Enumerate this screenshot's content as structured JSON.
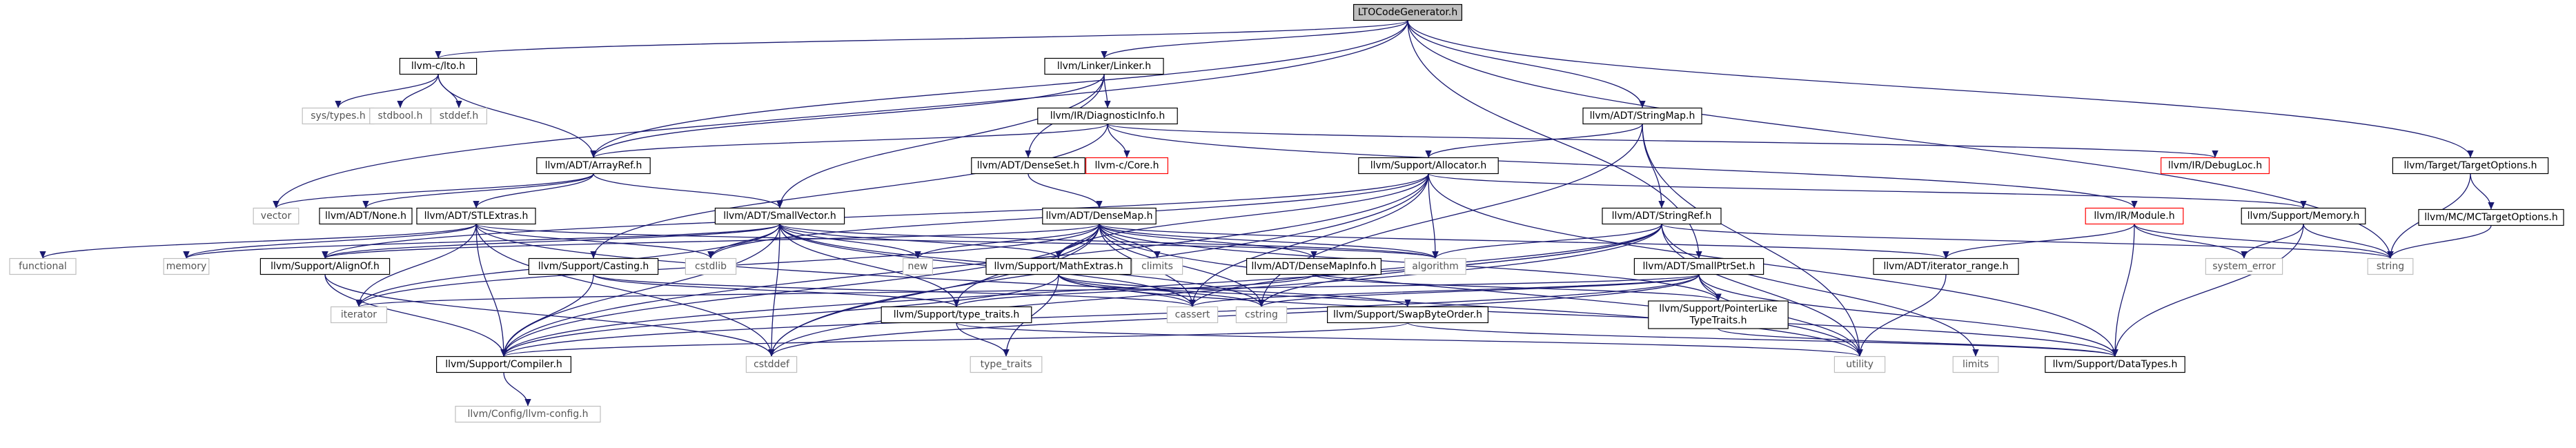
{
  "graph": {
    "colors": {
      "edge": "#191970",
      "border": "#000000",
      "root_fill": "#bfbfbf",
      "missing_border": "#ff0000",
      "system_border": "#bfbfbf"
    },
    "nodes": [
      {
        "id": "ltocg",
        "label": "LTOCodeGenerator.h",
        "kind": "root"
      },
      {
        "id": "lto",
        "label": "llvm-c/lto.h",
        "kind": "file"
      },
      {
        "id": "linker",
        "label": "llvm/Linker/Linker.h",
        "kind": "file"
      },
      {
        "id": "stringmap",
        "label": "llvm/ADT/StringMap.h",
        "kind": "file"
      },
      {
        "id": "targetopts",
        "label": "llvm/Target/TargetOptions.h",
        "kind": "file"
      },
      {
        "id": "systypes",
        "label": "sys/types.h",
        "kind": "system"
      },
      {
        "id": "stdbool",
        "label": "stdbool.h",
        "kind": "system"
      },
      {
        "id": "stddef",
        "label": "stddef.h",
        "kind": "system"
      },
      {
        "id": "diaginfo",
        "label": "llvm/IR/DiagnosticInfo.h",
        "kind": "file"
      },
      {
        "id": "arrayref",
        "label": "llvm/ADT/ArrayRef.h",
        "kind": "file"
      },
      {
        "id": "denseset",
        "label": "llvm/ADT/DenseSet.h",
        "kind": "file"
      },
      {
        "id": "ccore",
        "label": "llvm-c/Core.h",
        "kind": "missing"
      },
      {
        "id": "allocator",
        "label": "llvm/Support/Allocator.h",
        "kind": "file"
      },
      {
        "id": "debugloc",
        "label": "llvm/IR/DebugLoc.h",
        "kind": "missing"
      },
      {
        "id": "mctargetopts",
        "label": "llvm/MC/MCTargetOptions.h",
        "kind": "file"
      },
      {
        "id": "vector",
        "label": "vector",
        "kind": "system"
      },
      {
        "id": "none",
        "label": "llvm/ADT/None.h",
        "kind": "file"
      },
      {
        "id": "stlextras",
        "label": "llvm/ADT/STLExtras.h",
        "kind": "file"
      },
      {
        "id": "smallvector",
        "label": "llvm/ADT/SmallVector.h",
        "kind": "file"
      },
      {
        "id": "densemap",
        "label": "llvm/ADT/DenseMap.h",
        "kind": "file"
      },
      {
        "id": "stringref",
        "label": "llvm/ADT/StringRef.h",
        "kind": "file"
      },
      {
        "id": "module",
        "label": "llvm/IR/Module.h",
        "kind": "missing"
      },
      {
        "id": "memory",
        "label": "llvm/Support/Memory.h",
        "kind": "file"
      },
      {
        "id": "functional",
        "label": "functional",
        "kind": "system"
      },
      {
        "id": "memoryh",
        "label": "memory",
        "kind": "system"
      },
      {
        "id": "alignof",
        "label": "llvm/Support/AlignOf.h",
        "kind": "file"
      },
      {
        "id": "casting",
        "label": "llvm/Support/Casting.h",
        "kind": "file"
      },
      {
        "id": "cstdlib",
        "label": "cstdlib",
        "kind": "system"
      },
      {
        "id": "new",
        "label": "new",
        "kind": "system"
      },
      {
        "id": "mathextras",
        "label": "llvm/Support/MathExtras.h",
        "kind": "file"
      },
      {
        "id": "climits",
        "label": "climits",
        "kind": "system"
      },
      {
        "id": "densemapinfo",
        "label": "llvm/ADT/DenseMapInfo.h",
        "kind": "file"
      },
      {
        "id": "algorithm",
        "label": "algorithm",
        "kind": "system"
      },
      {
        "id": "smallptrset",
        "label": "llvm/ADT/SmallPtrSet.h",
        "kind": "file"
      },
      {
        "id": "iterrange",
        "label": "llvm/ADT/iterator_range.h",
        "kind": "file"
      },
      {
        "id": "syserror",
        "label": "system_error",
        "kind": "system"
      },
      {
        "id": "string",
        "label": "string",
        "kind": "system"
      },
      {
        "id": "iterator",
        "label": "iterator",
        "kind": "system"
      },
      {
        "id": "typetraits",
        "label": "llvm/Support/type_traits.h",
        "kind": "file"
      },
      {
        "id": "cassert",
        "label": "cassert",
        "kind": "system"
      },
      {
        "id": "cstring",
        "label": "cstring",
        "kind": "system"
      },
      {
        "id": "swapbyte",
        "label": "llvm/Support/SwapByteOrder.h",
        "kind": "file"
      },
      {
        "id": "ptrlike",
        "label": "llvm/Support/PointerLike TypeTraits.h",
        "kind": "file"
      },
      {
        "id": "compiler",
        "label": "llvm/Support/Compiler.h",
        "kind": "file"
      },
      {
        "id": "cstddef",
        "label": "cstddef",
        "kind": "system"
      },
      {
        "id": "typetraitsstd",
        "label": "type_traits",
        "kind": "system"
      },
      {
        "id": "utility",
        "label": "utility",
        "kind": "system"
      },
      {
        "id": "limits",
        "label": "limits",
        "kind": "system"
      },
      {
        "id": "datatypes",
        "label": "llvm/Support/DataTypes.h",
        "kind": "file"
      },
      {
        "id": "llvmconfig",
        "label": "llvm/Config/llvm-config.h",
        "kind": "system"
      }
    ],
    "edges": [
      [
        "ltocg",
        "lto"
      ],
      [
        "ltocg",
        "linker"
      ],
      [
        "ltocg",
        "stringmap"
      ],
      [
        "ltocg",
        "targetopts"
      ],
      [
        "ltocg",
        "arrayref"
      ],
      [
        "ltocg",
        "vector"
      ],
      [
        "ltocg",
        "smallptrset"
      ],
      [
        "ltocg",
        "string"
      ],
      [
        "lto",
        "systypes"
      ],
      [
        "lto",
        "stdbool"
      ],
      [
        "lto",
        "stddef"
      ],
      [
        "lto",
        "arrayref"
      ],
      [
        "linker",
        "diaginfo"
      ],
      [
        "linker",
        "denseset"
      ],
      [
        "linker",
        "smallvector"
      ],
      [
        "linker",
        "arrayref"
      ],
      [
        "diaginfo",
        "arrayref"
      ],
      [
        "diaginfo",
        "ccore"
      ],
      [
        "diaginfo",
        "debugloc"
      ],
      [
        "diaginfo",
        "module"
      ],
      [
        "diaginfo",
        "casting"
      ],
      [
        "arrayref",
        "none"
      ],
      [
        "arrayref",
        "stlextras"
      ],
      [
        "arrayref",
        "smallvector"
      ],
      [
        "arrayref",
        "vector"
      ],
      [
        "denseset",
        "densemap"
      ],
      [
        "stringmap",
        "stringref"
      ],
      [
        "stringmap",
        "allocator"
      ],
      [
        "stringmap",
        "cstring"
      ],
      [
        "stringmap",
        "utility"
      ],
      [
        "allocator",
        "alignof"
      ],
      [
        "allocator",
        "mathextras"
      ],
      [
        "allocator",
        "memory"
      ],
      [
        "allocator",
        "algorithm"
      ],
      [
        "allocator",
        "cassert"
      ],
      [
        "allocator",
        "cstddef"
      ],
      [
        "allocator",
        "cstdlib"
      ],
      [
        "allocator",
        "compiler"
      ],
      [
        "allocator",
        "datatypes"
      ],
      [
        "stlextras",
        "compiler"
      ],
      [
        "stlextras",
        "algorithm"
      ],
      [
        "stlextras",
        "cstddef"
      ],
      [
        "stlextras",
        "cstdlib"
      ],
      [
        "stlextras",
        "functional"
      ],
      [
        "stlextras",
        "iterator"
      ],
      [
        "stlextras",
        "memoryh"
      ],
      [
        "stlextras",
        "utility"
      ],
      [
        "smallvector",
        "alignof"
      ],
      [
        "smallvector",
        "compiler"
      ],
      [
        "smallvector",
        "mathextras"
      ],
      [
        "smallvector",
        "typetraits"
      ],
      [
        "smallvector",
        "algorithm"
      ],
      [
        "smallvector",
        "cassert"
      ],
      [
        "smallvector",
        "cstddef"
      ],
      [
        "smallvector",
        "cstdlib"
      ],
      [
        "smallvector",
        "cstring"
      ],
      [
        "smallvector",
        "memoryh"
      ],
      [
        "smallvector",
        "iterator"
      ],
      [
        "smallvector",
        "new"
      ],
      [
        "densemap",
        "densemapinfo"
      ],
      [
        "densemap",
        "alignof"
      ],
      [
        "densemap",
        "compiler"
      ],
      [
        "densemap",
        "mathextras"
      ],
      [
        "densemap",
        "typetraits"
      ],
      [
        "densemap",
        "algorithm"
      ],
      [
        "densemap",
        "cassert"
      ],
      [
        "densemap",
        "climits"
      ],
      [
        "densemap",
        "cstddef"
      ],
      [
        "densemap",
        "cstring"
      ],
      [
        "densemap",
        "iterator"
      ],
      [
        "densemap",
        "new"
      ],
      [
        "densemap",
        "utility"
      ],
      [
        "densemap",
        "iterrange"
      ],
      [
        "densemap",
        "ptrlike"
      ],
      [
        "densemapinfo",
        "ptrlike"
      ],
      [
        "densemapinfo",
        "typetraits"
      ],
      [
        "stringref",
        "compiler"
      ],
      [
        "stringref",
        "algorithm"
      ],
      [
        "stringref",
        "cassert"
      ],
      [
        "stringref",
        "cstddef"
      ],
      [
        "stringref",
        "cstring"
      ],
      [
        "stringref",
        "limits"
      ],
      [
        "stringref",
        "string"
      ],
      [
        "stringref",
        "utility"
      ],
      [
        "module",
        "iterrange"
      ],
      [
        "module",
        "syserror"
      ],
      [
        "module",
        "datatypes"
      ],
      [
        "module",
        "string"
      ],
      [
        "memory",
        "datatypes"
      ],
      [
        "memory",
        "string"
      ],
      [
        "memory",
        "syserror"
      ],
      [
        "alignof",
        "compiler"
      ],
      [
        "alignof",
        "cstddef"
      ],
      [
        "casting",
        "compiler"
      ],
      [
        "casting",
        "typetraits"
      ],
      [
        "casting",
        "cassert"
      ],
      [
        "mathextras",
        "compiler"
      ],
      [
        "mathextras",
        "swapbyte"
      ],
      [
        "mathextras",
        "cassert"
      ],
      [
        "mathextras",
        "cstring"
      ],
      [
        "mathextras",
        "typetraitsstd"
      ],
      [
        "mathextras",
        "datatypes"
      ],
      [
        "smallptrset",
        "compiler"
      ],
      [
        "smallptrset",
        "ptrlike"
      ],
      [
        "smallptrset",
        "cassert"
      ],
      [
        "smallptrset",
        "cstddef"
      ],
      [
        "smallptrset",
        "cstring"
      ],
      [
        "smallptrset",
        "iterator"
      ],
      [
        "smallptrset",
        "utility"
      ],
      [
        "smallptrset",
        "datatypes"
      ],
      [
        "iterrange",
        "utility"
      ],
      [
        "typetraits",
        "typetraitsstd"
      ],
      [
        "typetraits",
        "utility"
      ],
      [
        "swapbyte",
        "compiler"
      ],
      [
        "swapbyte",
        "datatypes"
      ],
      [
        "ptrlike",
        "datatypes"
      ],
      [
        "compiler",
        "llvmconfig"
      ],
      [
        "targetopts",
        "mctargetopts"
      ],
      [
        "targetopts",
        "string"
      ],
      [
        "mctargetopts",
        "string"
      ]
    ]
  }
}
